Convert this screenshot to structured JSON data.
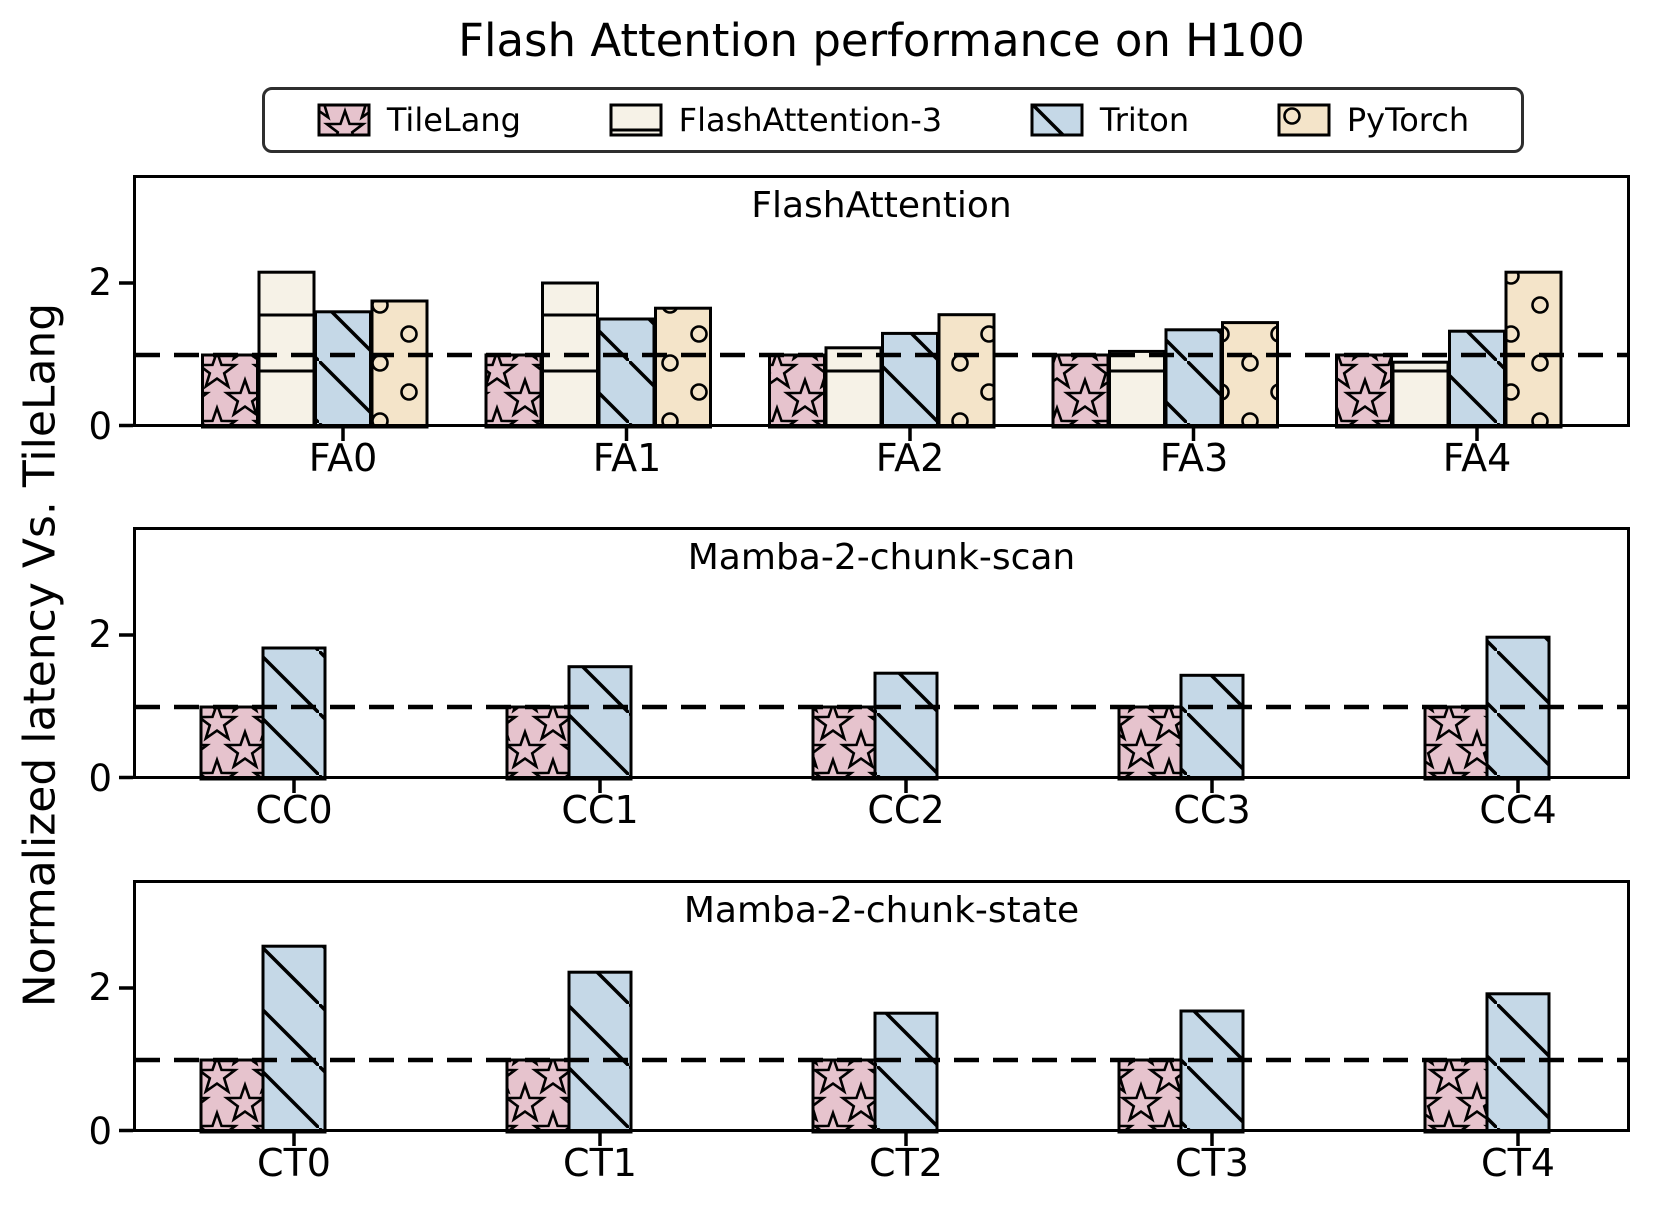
{
  "title": "Flash Attention performance on H100",
  "ylabel": "Normalized latency Vs. TileLang",
  "legend": [
    {
      "label": "TileLang",
      "color": "#e6c3cd",
      "hatch": "star"
    },
    {
      "label": "FlashAttention-3",
      "color": "#f6f2e7",
      "hatch": "hlines"
    },
    {
      "label": "Triton",
      "color": "#c5d8e7",
      "hatch": "diag"
    },
    {
      "label": "PyTorch",
      "color": "#f4e4c9",
      "hatch": "circles"
    }
  ],
  "style": {
    "edge_color": "#000000",
    "ref_line_color": "#000000"
  },
  "chart_data": [
    {
      "type": "bar",
      "title": "FlashAttention",
      "categories": [
        "FA0",
        "FA1",
        "FA2",
        "FA3",
        "FA4"
      ],
      "series": [
        {
          "name": "TileLang",
          "values": [
            1.0,
            1.0,
            1.0,
            1.0,
            1.0
          ]
        },
        {
          "name": "FlashAttention-3",
          "values": [
            2.15,
            2.0,
            1.1,
            1.05,
            0.9
          ]
        },
        {
          "name": "Triton",
          "values": [
            1.6,
            1.5,
            1.3,
            1.35,
            1.33
          ]
        },
        {
          "name": "PyTorch",
          "values": [
            1.75,
            1.65,
            1.56,
            1.45,
            2.15
          ]
        }
      ],
      "ylim": [
        0,
        3.5
      ],
      "yticks": [
        0,
        2
      ],
      "ref_line": 1,
      "grid": false
    },
    {
      "type": "bar",
      "title": "Mamba-2-chunk-scan",
      "categories": [
        "CC0",
        "CC1",
        "CC2",
        "CC3",
        "CC4"
      ],
      "series": [
        {
          "name": "TileLang",
          "values": [
            1.0,
            1.0,
            1.0,
            1.0,
            1.0
          ]
        },
        {
          "name": "Triton",
          "values": [
            1.82,
            1.56,
            1.47,
            1.44,
            1.97
          ]
        }
      ],
      "ylim": [
        0,
        3.5
      ],
      "yticks": [
        0,
        2
      ],
      "ref_line": 1,
      "grid": false
    },
    {
      "type": "bar",
      "title": "Mamba-2-chunk-state",
      "categories": [
        "CT0",
        "CT1",
        "CT2",
        "CT3",
        "CT4"
      ],
      "series": [
        {
          "name": "TileLang",
          "values": [
            1.0,
            1.0,
            1.0,
            1.0,
            1.0
          ]
        },
        {
          "name": "Triton",
          "values": [
            2.58,
            2.22,
            1.65,
            1.68,
            1.92
          ]
        }
      ],
      "ylim": [
        0,
        3.5
      ],
      "yticks": [
        0,
        2
      ],
      "ref_line": 1,
      "grid": false
    }
  ]
}
